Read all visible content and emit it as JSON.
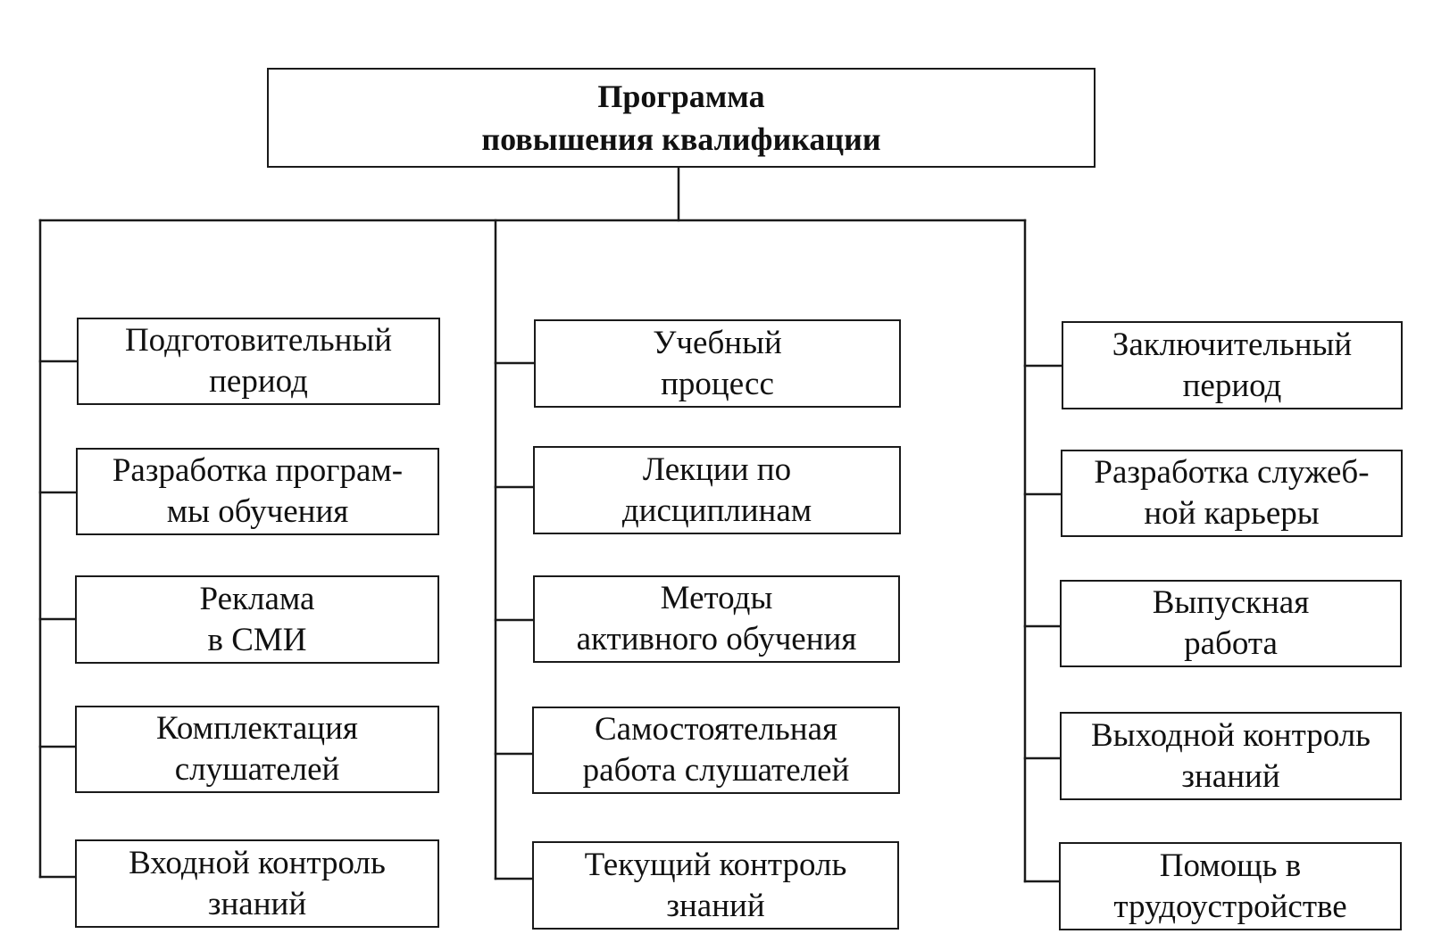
{
  "root": {
    "line1": "Программа",
    "line2": "повышения квалификации"
  },
  "columns": [
    {
      "header": {
        "line1": "Подготовительный",
        "line2": "период"
      },
      "items": [
        {
          "line1": "Разработка програм-",
          "line2": "мы обучения"
        },
        {
          "line1": "Реклама",
          "line2": "в СМИ"
        },
        {
          "line1": "Комплектация",
          "line2": "слушателей"
        },
        {
          "line1": "Входной контроль",
          "line2": "знаний"
        }
      ]
    },
    {
      "header": {
        "line1": "Учебный",
        "line2": "процесс"
      },
      "items": [
        {
          "line1": "Лекции по",
          "line2": "дисциплинам"
        },
        {
          "line1": "Методы",
          "line2": "активного обучения"
        },
        {
          "line1": "Самостоятельная",
          "line2": "работа слушателей"
        },
        {
          "line1": "Текущий контроль",
          "line2": "знаний"
        }
      ]
    },
    {
      "header": {
        "line1": "Заключительный",
        "line2": "период"
      },
      "items": [
        {
          "line1": "Разработка служеб-",
          "line2": "ной карьеры"
        },
        {
          "line1": "Выпускная",
          "line2": "работа"
        },
        {
          "line1": "Выходной контроль",
          "line2": "знаний"
        },
        {
          "line1": "Помощь в",
          "line2": "трудоустройстве"
        }
      ]
    }
  ]
}
